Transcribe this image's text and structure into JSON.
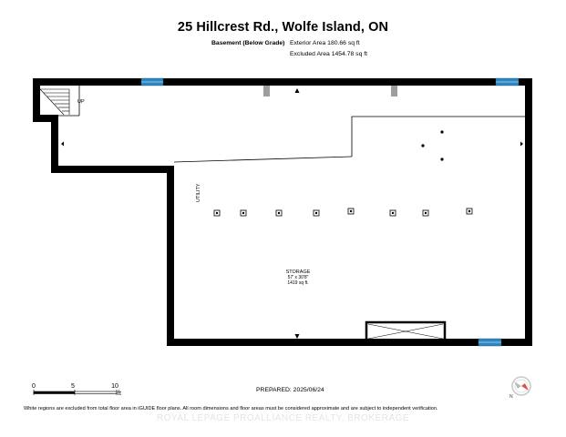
{
  "header": {
    "title": "25 Hillcrest Rd., Wolfe Island, ON",
    "level_label": "Basement (Below Grade)",
    "exterior_area": "Exterior Area 180.66 sq ft",
    "excluded_area": "Excluded Area 1454.78 sq ft"
  },
  "rooms": {
    "storage": {
      "name": "STORAGE",
      "dimensions": "57' x 30'8\"",
      "area": "1419 sq ft."
    },
    "utility": {
      "name": "UTILITY"
    },
    "stairs": {
      "label": "UP"
    }
  },
  "scale_bar": {
    "label_0": "0",
    "label_5": "5",
    "label_10": "10",
    "unit": "ft"
  },
  "prepared": "PREPARED: 2025/06/24",
  "footnote": "White regions are excluded from total floor area in iGUIDE floor plans. All room dimensions and floor areas must be considered approximate and are subject to independent verification.",
  "watermark": "ROYAL LEPAGE PROALLIANCE REALTY, BROKERAGE",
  "colors": {
    "wall": "#000000",
    "window": "#2e86c1",
    "column": "#9e9e9e",
    "compass_accent": "#d9534f"
  },
  "icons": {
    "compass": "compass-icon",
    "light": "light-fixture-icon",
    "door_swing": "triangle-marker-icon"
  }
}
